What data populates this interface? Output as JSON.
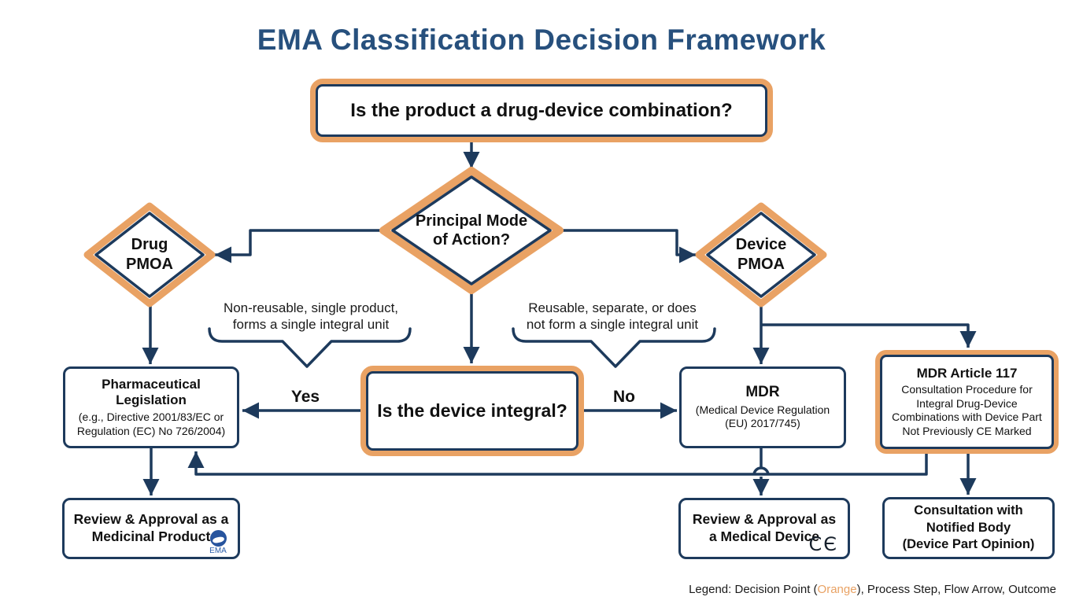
{
  "title": "EMA Classification Decision Framework",
  "colors": {
    "navy_line": "#1d3a5c",
    "orange_accent": "#e9a264",
    "title_navy": "#27507d"
  },
  "nodes": {
    "start": {
      "label": "Is the product a drug-device combination?"
    },
    "pmoa": {
      "label": "Principal Mode\nof Action?"
    },
    "drug_pmoa": {
      "label": "Drug\nPMOA"
    },
    "device_pmoa": {
      "label": "Device\nPMOA"
    },
    "pharma": {
      "title": "Pharmaceutical\nLegislation",
      "subtitle": "(e.g., Directive 2001/83/EC or\nRegulation (EC) No 726/2004)"
    },
    "integral": {
      "label": "Is the device integral?"
    },
    "mdr": {
      "title": "MDR",
      "subtitle": "(Medical Device Regulation\n(EU) 2017/745)"
    },
    "article117": {
      "title": "MDR Article 117",
      "body": "Consultation Procedure for\nIntegral Drug-Device\nCombinations with Device Part\nNot Previously CE Marked"
    },
    "review_medicinal": {
      "label": "Review & Approval as a\nMedicinal Product",
      "logo_text": "EMA"
    },
    "review_device": {
      "label": "Review & Approval as\na Medical Device",
      "ce_glyph": "CЄ"
    },
    "notified_body": {
      "label": "Consultation with\nNotified Body\n(Device Part Opinion)"
    }
  },
  "edge_labels": {
    "yes": "Yes",
    "no": "No",
    "integral_note": "Non-reusable, single product,\nforms a single integral unit",
    "non_integral_note": "Reusable, separate, or does\nnot form a single integral unit"
  },
  "legend": {
    "prefix": "Legend: Decision Point (",
    "highlight": "Orange",
    "suffix": "), Process Step, Flow Arrow, Outcome"
  }
}
